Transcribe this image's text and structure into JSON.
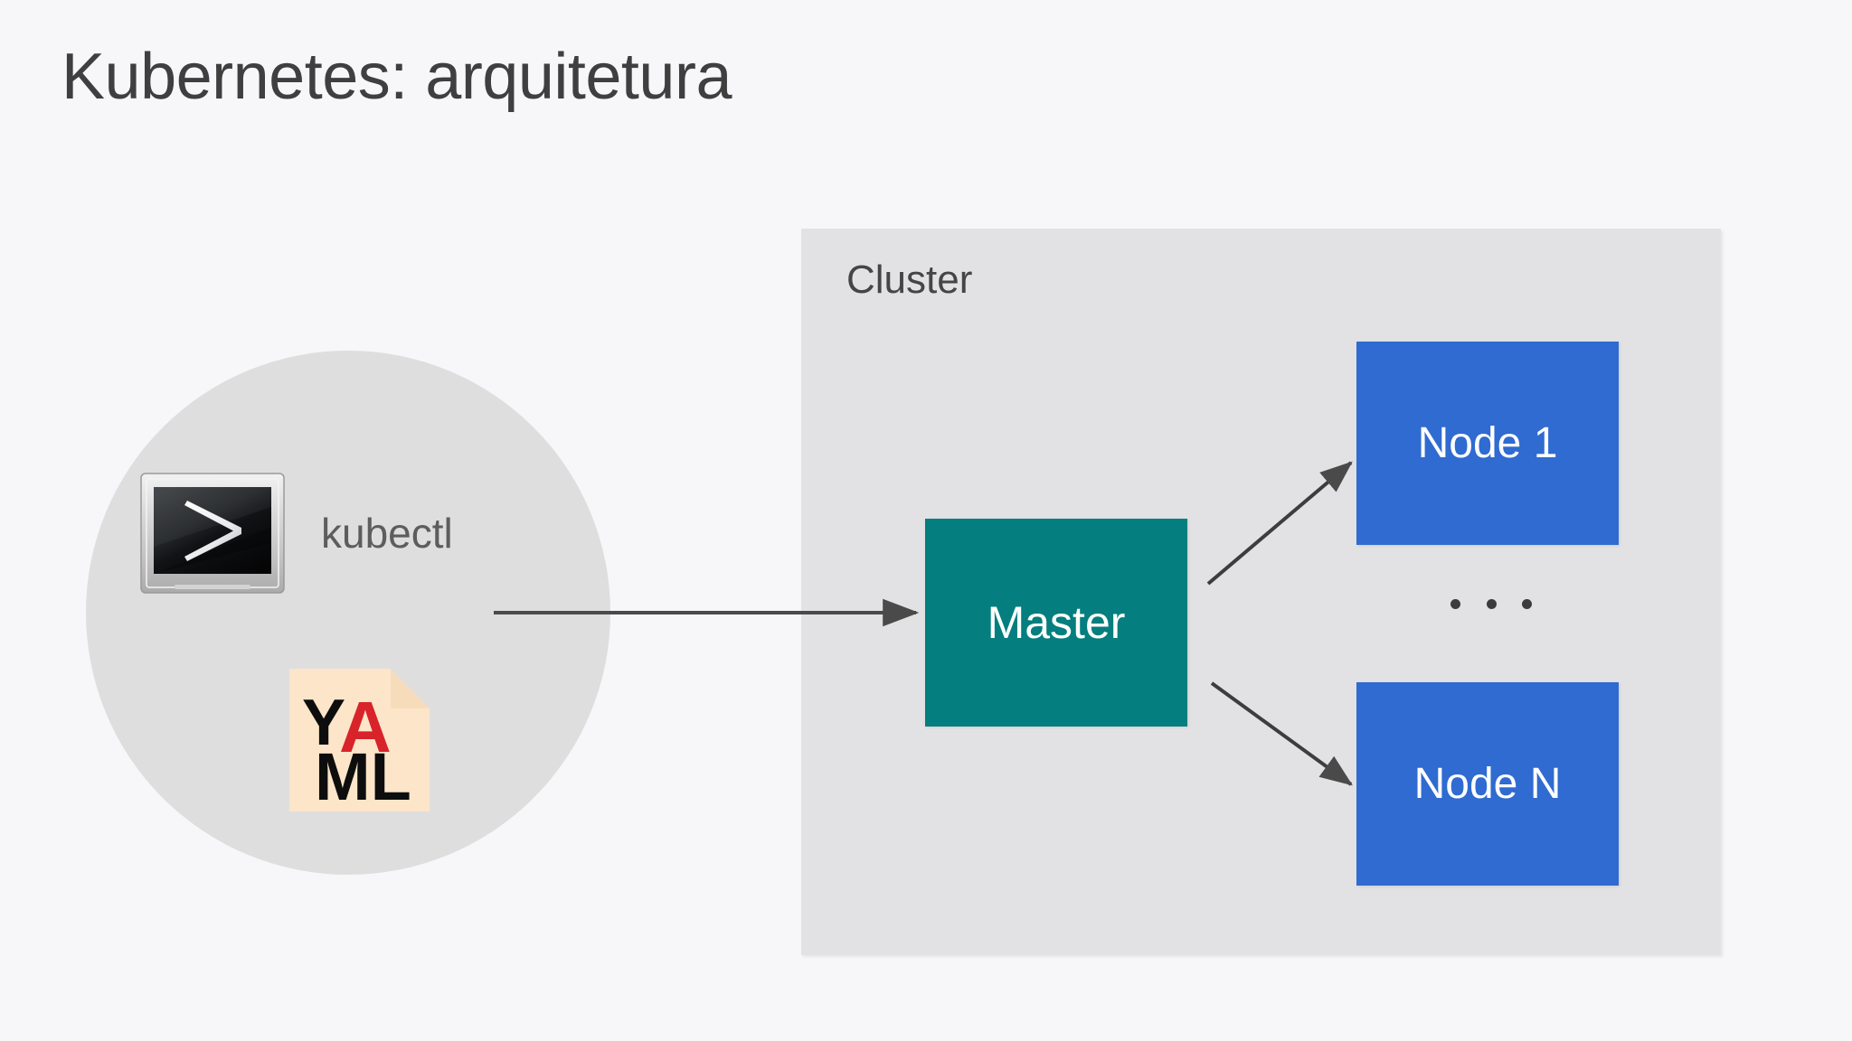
{
  "slide": {
    "title": "Kubernetes: arquitetura",
    "background_color": "#f7f6f8",
    "title_color": "#3f3f3f"
  },
  "client": {
    "circle_color": "#dededf",
    "terminal_icon_name": "terminal-icon",
    "terminal_prompt_glyph": ">",
    "kubectl_label": "kubectl",
    "kubectl_label_color": "#5d5d5d",
    "yaml_icon_name": "yaml-file-icon",
    "yaml_top_black": "Y",
    "yaml_top_red": "A",
    "yaml_bottom": "ML",
    "yaml_paper_color": "#fce5c8",
    "yaml_red": "#d8232a",
    "yaml_black": "#0d0d0d"
  },
  "cluster": {
    "label": "Cluster",
    "label_color": "#454545",
    "background_color": "#e2e2e4",
    "master": {
      "label": "Master",
      "color": "#047e7e",
      "text_color": "#ffffff"
    },
    "nodes": [
      {
        "label": "Node 1",
        "color": "#2f6bd0",
        "text_color": "#ffffff"
      },
      {
        "label": "Node N",
        "color": "#2f6bd0",
        "text_color": "#ffffff"
      }
    ],
    "ellipsis": "...",
    "ellipsis_color": "#3c3c3c"
  },
  "arrows": {
    "color": "#4a4a4a",
    "client_to_master": "kubectl -> Master",
    "master_to_node_1": "Master -> Node 1",
    "master_to_node_n": "Master -> Node N"
  }
}
